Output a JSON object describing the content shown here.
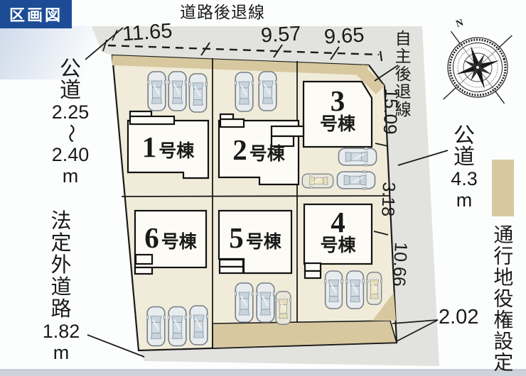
{
  "title": "区画図",
  "top": {
    "setback_label": "道路後退線",
    "measures": [
      "11.65",
      "9.57",
      "9.65"
    ]
  },
  "right_top": {
    "voluntary_setback_label": "自主後退線",
    "side_measure": "15.09"
  },
  "right": {
    "road_lines": [
      "公",
      "道",
      "4.3",
      "m"
    ],
    "measure_upper": "3.18",
    "measure_lower": "10.66",
    "corner_measure": "2.02",
    "easement_label": "通行地役権設定"
  },
  "left": {
    "road_lines": [
      "公",
      "道",
      "2.25",
      "〜",
      "2.40",
      "m"
    ],
    "unofficial_road_lines": [
      "法",
      "定",
      "外",
      "道",
      "路",
      "1.82",
      "m"
    ]
  },
  "buildings": [
    {
      "num": "1",
      "suffix": "号棟"
    },
    {
      "num": "2",
      "suffix": "号棟"
    },
    {
      "num": "3",
      "suffix": "号棟"
    },
    {
      "num": "4",
      "suffix": "号棟"
    },
    {
      "num": "5",
      "suffix": "号棟"
    },
    {
      "num": "6",
      "suffix": "号棟"
    }
  ],
  "compass": {
    "north": "N"
  },
  "colors": {
    "accent_blue": "#1d4c96",
    "lot_cream": "#f1ecd9",
    "setback_tan": "#d7c8a0",
    "road_gray": "#e2e3df"
  }
}
